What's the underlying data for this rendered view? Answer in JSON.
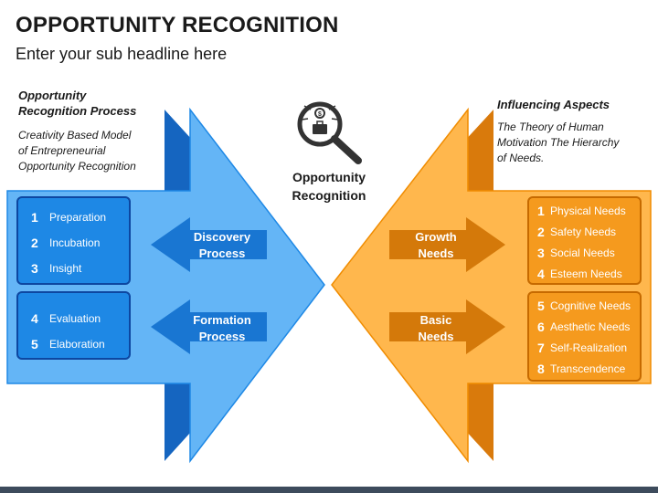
{
  "header": {
    "title": "OPPORTUNITY RECOGNITION",
    "subtitle": "Enter your sub headline here"
  },
  "left": {
    "heading_line1": "Opportunity",
    "heading_line2": "Recognition Process",
    "desc_line1": "Creativity Based Model",
    "desc_line2": "of Entrepreneurial",
    "desc_line3": "Opportunity Recognition",
    "items": [
      {
        "num": "1",
        "label": "Preparation"
      },
      {
        "num": "2",
        "label": "Incubation"
      },
      {
        "num": "3",
        "label": "Insight"
      },
      {
        "num": "4",
        "label": "Evaluation"
      },
      {
        "num": "5",
        "label": "Elaboration"
      }
    ],
    "arrow1_line1": "Discovery",
    "arrow1_line2": "Process",
    "arrow2_line1": "Formation",
    "arrow2_line2": "Process"
  },
  "center": {
    "label_line1": "Opportunity",
    "label_line2": "Recognition",
    "icon": "magnifier-idea-icon"
  },
  "right": {
    "heading": "Influencing Aspects",
    "desc_line1": "The Theory of Human",
    "desc_line2": "Motivation The Hierarchy",
    "desc_line3": "of Needs.",
    "items": [
      {
        "num": "1",
        "label": "Physical Needs"
      },
      {
        "num": "2",
        "label": "Safety Needs"
      },
      {
        "num": "3",
        "label": "Social Needs"
      },
      {
        "num": "4",
        "label": "Esteem Needs"
      },
      {
        "num": "5",
        "label": "Cognitive Needs"
      },
      {
        "num": "6",
        "label": "Aesthetic Needs"
      },
      {
        "num": "7",
        "label": "Self-Realization"
      },
      {
        "num": "8",
        "label": "Transcendence"
      }
    ],
    "arrow1_line1": "Growth",
    "arrow1_line2": "Needs",
    "arrow2_line1": "Basic",
    "arrow2_line2": "Needs"
  },
  "colors": {
    "blue_light": "#64b5f6",
    "blue_dark": "#1565c0",
    "orange_light": "#ffb74d",
    "orange_dark": "#d97a0c",
    "arrow_blue": "#1976d2",
    "arrow_orange": "#d4790a"
  }
}
